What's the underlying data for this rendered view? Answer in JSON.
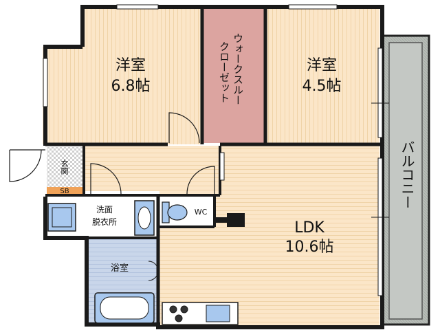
{
  "rooms": {
    "western1": {
      "name": "洋室",
      "size": "6.8帖"
    },
    "walkthrough": {
      "name_line1": "ウォークスルー",
      "name_line2": "クローゼット"
    },
    "western2": {
      "name": "洋室",
      "size": "4.5帖"
    },
    "balcony": {
      "name": "バルコニー"
    },
    "genkan": {
      "name": "玄関"
    },
    "sb": {
      "name": "SB"
    },
    "senmen": {
      "name_line1": "洗面",
      "name_line2": "脱衣所"
    },
    "wc": {
      "name": "WC"
    },
    "ldk": {
      "name": "LDK",
      "size": "10.6帖"
    },
    "bath": {
      "name": "浴室"
    }
  },
  "colors": {
    "floor": "#fbe6c8",
    "floor_line": "#f0d3a8",
    "wall": "#1a1a1a",
    "closet": "#dca4a0",
    "wet": "#bfcde4",
    "balcony": "#b7bcb7",
    "fixture": "#a8c8ee"
  }
}
